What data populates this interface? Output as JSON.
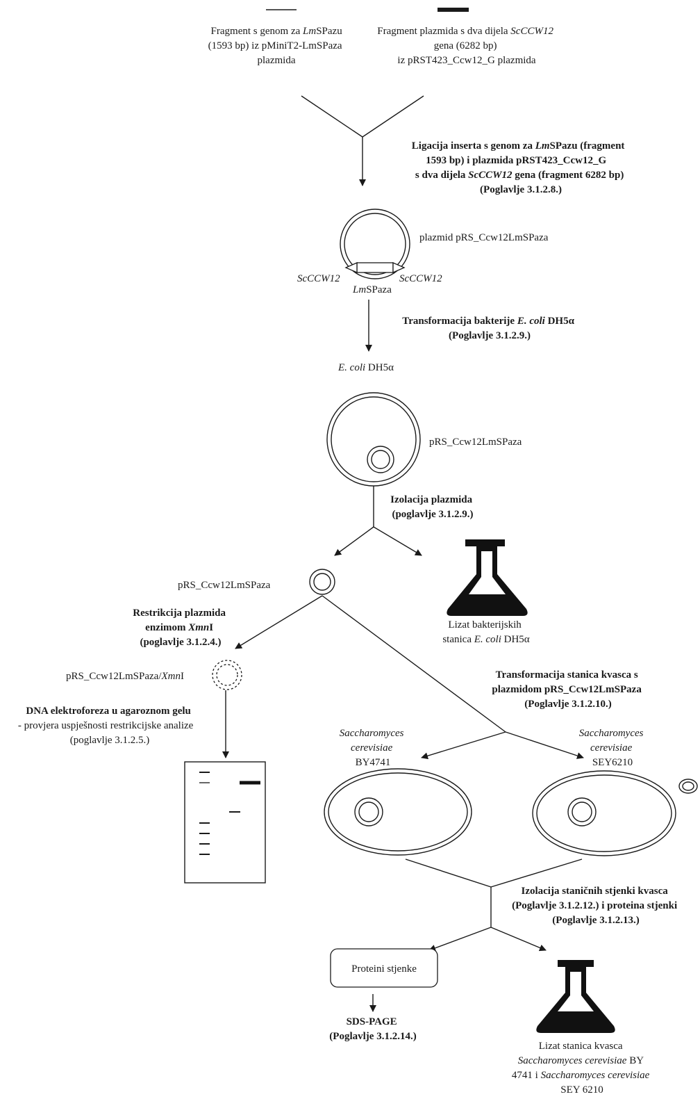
{
  "fragments": {
    "left": [
      "Fragment s genom za ",
      "Lm",
      "SPazu",
      "(1593 bp) iz pMiniT2-LmSPaza",
      "plazmida"
    ],
    "right": [
      "Fragment plazmida s dva dijela ",
      "ScCCW12",
      "gena (6282 bp)",
      "iz pRST423_Ccw12_G plazmida"
    ]
  },
  "ligation": {
    "lines": [
      "Ligacija  inserta s genom za ",
      "Lm",
      "SPazu (fragment",
      "1593 bp) i plazmida pRST423_Ccw12_G",
      "s dva dijela ",
      "ScCCW12",
      " gena (fragment 6282 bp)",
      "(Poglavlje 3.1.2.8.)"
    ]
  },
  "plasmid": {
    "name": "plazmid pRS_Ccw12LmSPaza",
    "left_gene": "ScCCW12",
    "right_gene": "ScCCW12",
    "insert": [
      "Lm",
      "SPaza"
    ]
  },
  "transformation_bact": [
    "Transformacija bakterije ",
    "E. coli",
    " DH5α",
    "(Poglavlje 3.1.2.9.)"
  ],
  "ecoli_label": [
    "E. coli",
    " DH5α"
  ],
  "ecoli_plasmid": "pRS_Ccw12LmSPaza",
  "isolation_plasmid": [
    "Izolacija plazmida",
    "(poglavlje 3.1.2.9.)"
  ],
  "small_plasmid": "pRS_Ccw12LmSPaza",
  "bact_lysate": [
    "Lizat bakterijskih",
    "stanica ",
    "E. coli",
    " DH5α"
  ],
  "restriction": [
    "Restrikcija plazmida",
    "enzimom ",
    "Xmn",
    "I",
    "(poglavlje 3.1.2.4.)"
  ],
  "digested": [
    "pRS_Ccw12LmSPaza/",
    "Xmn",
    "I"
  ],
  "electrophoresis": [
    "DNA elektroforeza u agaroznom gelu",
    "- provjera uspješnosti restrikcijske analize",
    "(poglavlje 3.1.2.5.)"
  ],
  "yeast_transformation": [
    "Transformacija stanica kvasca s",
    "plazmidom pRS_Ccw12LmSPaza",
    "(Poglavlje 3.1.2.10.)"
  ],
  "yeast_left": [
    "Saccharomyces",
    "cerevisiae",
    "BY4741"
  ],
  "yeast_right": [
    "Saccharomyces",
    "cerevisiae",
    "SEY6210"
  ],
  "wall_isolation": [
    "Izolacija staničnih stjenki kvasca",
    "(Poglavlje 3.1.2.12.) i proteina stjenki",
    "(Poglavlje 3.1.2.13.)"
  ],
  "wall_proteins": "Proteini stjenke",
  "sds": [
    "SDS-PAGE",
    "(Poglavlje 3.1.2.14.)"
  ],
  "yeast_lysate": [
    "Lizat stanica kvasca",
    "Saccharomyces cerevisiae",
    " BY",
    "4741 i ",
    "Saccharomyces cerevisiae",
    "SEY 6210"
  ],
  "colors": {
    "ink": "#1a1a1a",
    "background": "#ffffff"
  }
}
